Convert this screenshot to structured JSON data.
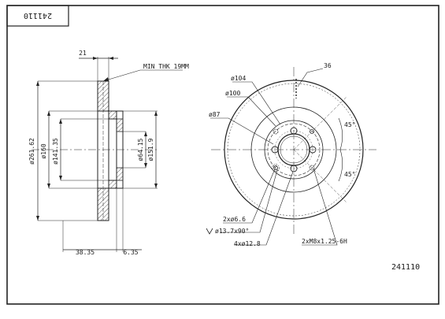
{
  "stamp": "241110",
  "part_number": "241110",
  "side_view": {
    "min_thickness": "MIN THK 19MM",
    "width": "21",
    "outer_diameter": "ø261.62",
    "dia_160": "ø160",
    "dia_141_35": "ø141.35",
    "dia_64_15": "ø64.15",
    "dia_151_9": "ø151.9",
    "offset_left": "38.35",
    "offset_right": "6.35"
  },
  "front_view": {
    "label_36": "36",
    "dia_104": "ø104",
    "dia_100": "ø100",
    "dia_87": "ø87",
    "angle_top": "45°",
    "angle_bottom": "45°",
    "holes_2x": "2xø6.6",
    "countersink": "ø13.7x90°",
    "holes_4x": "4xø12.8",
    "thread": "2xM8x1.25-6H"
  }
}
